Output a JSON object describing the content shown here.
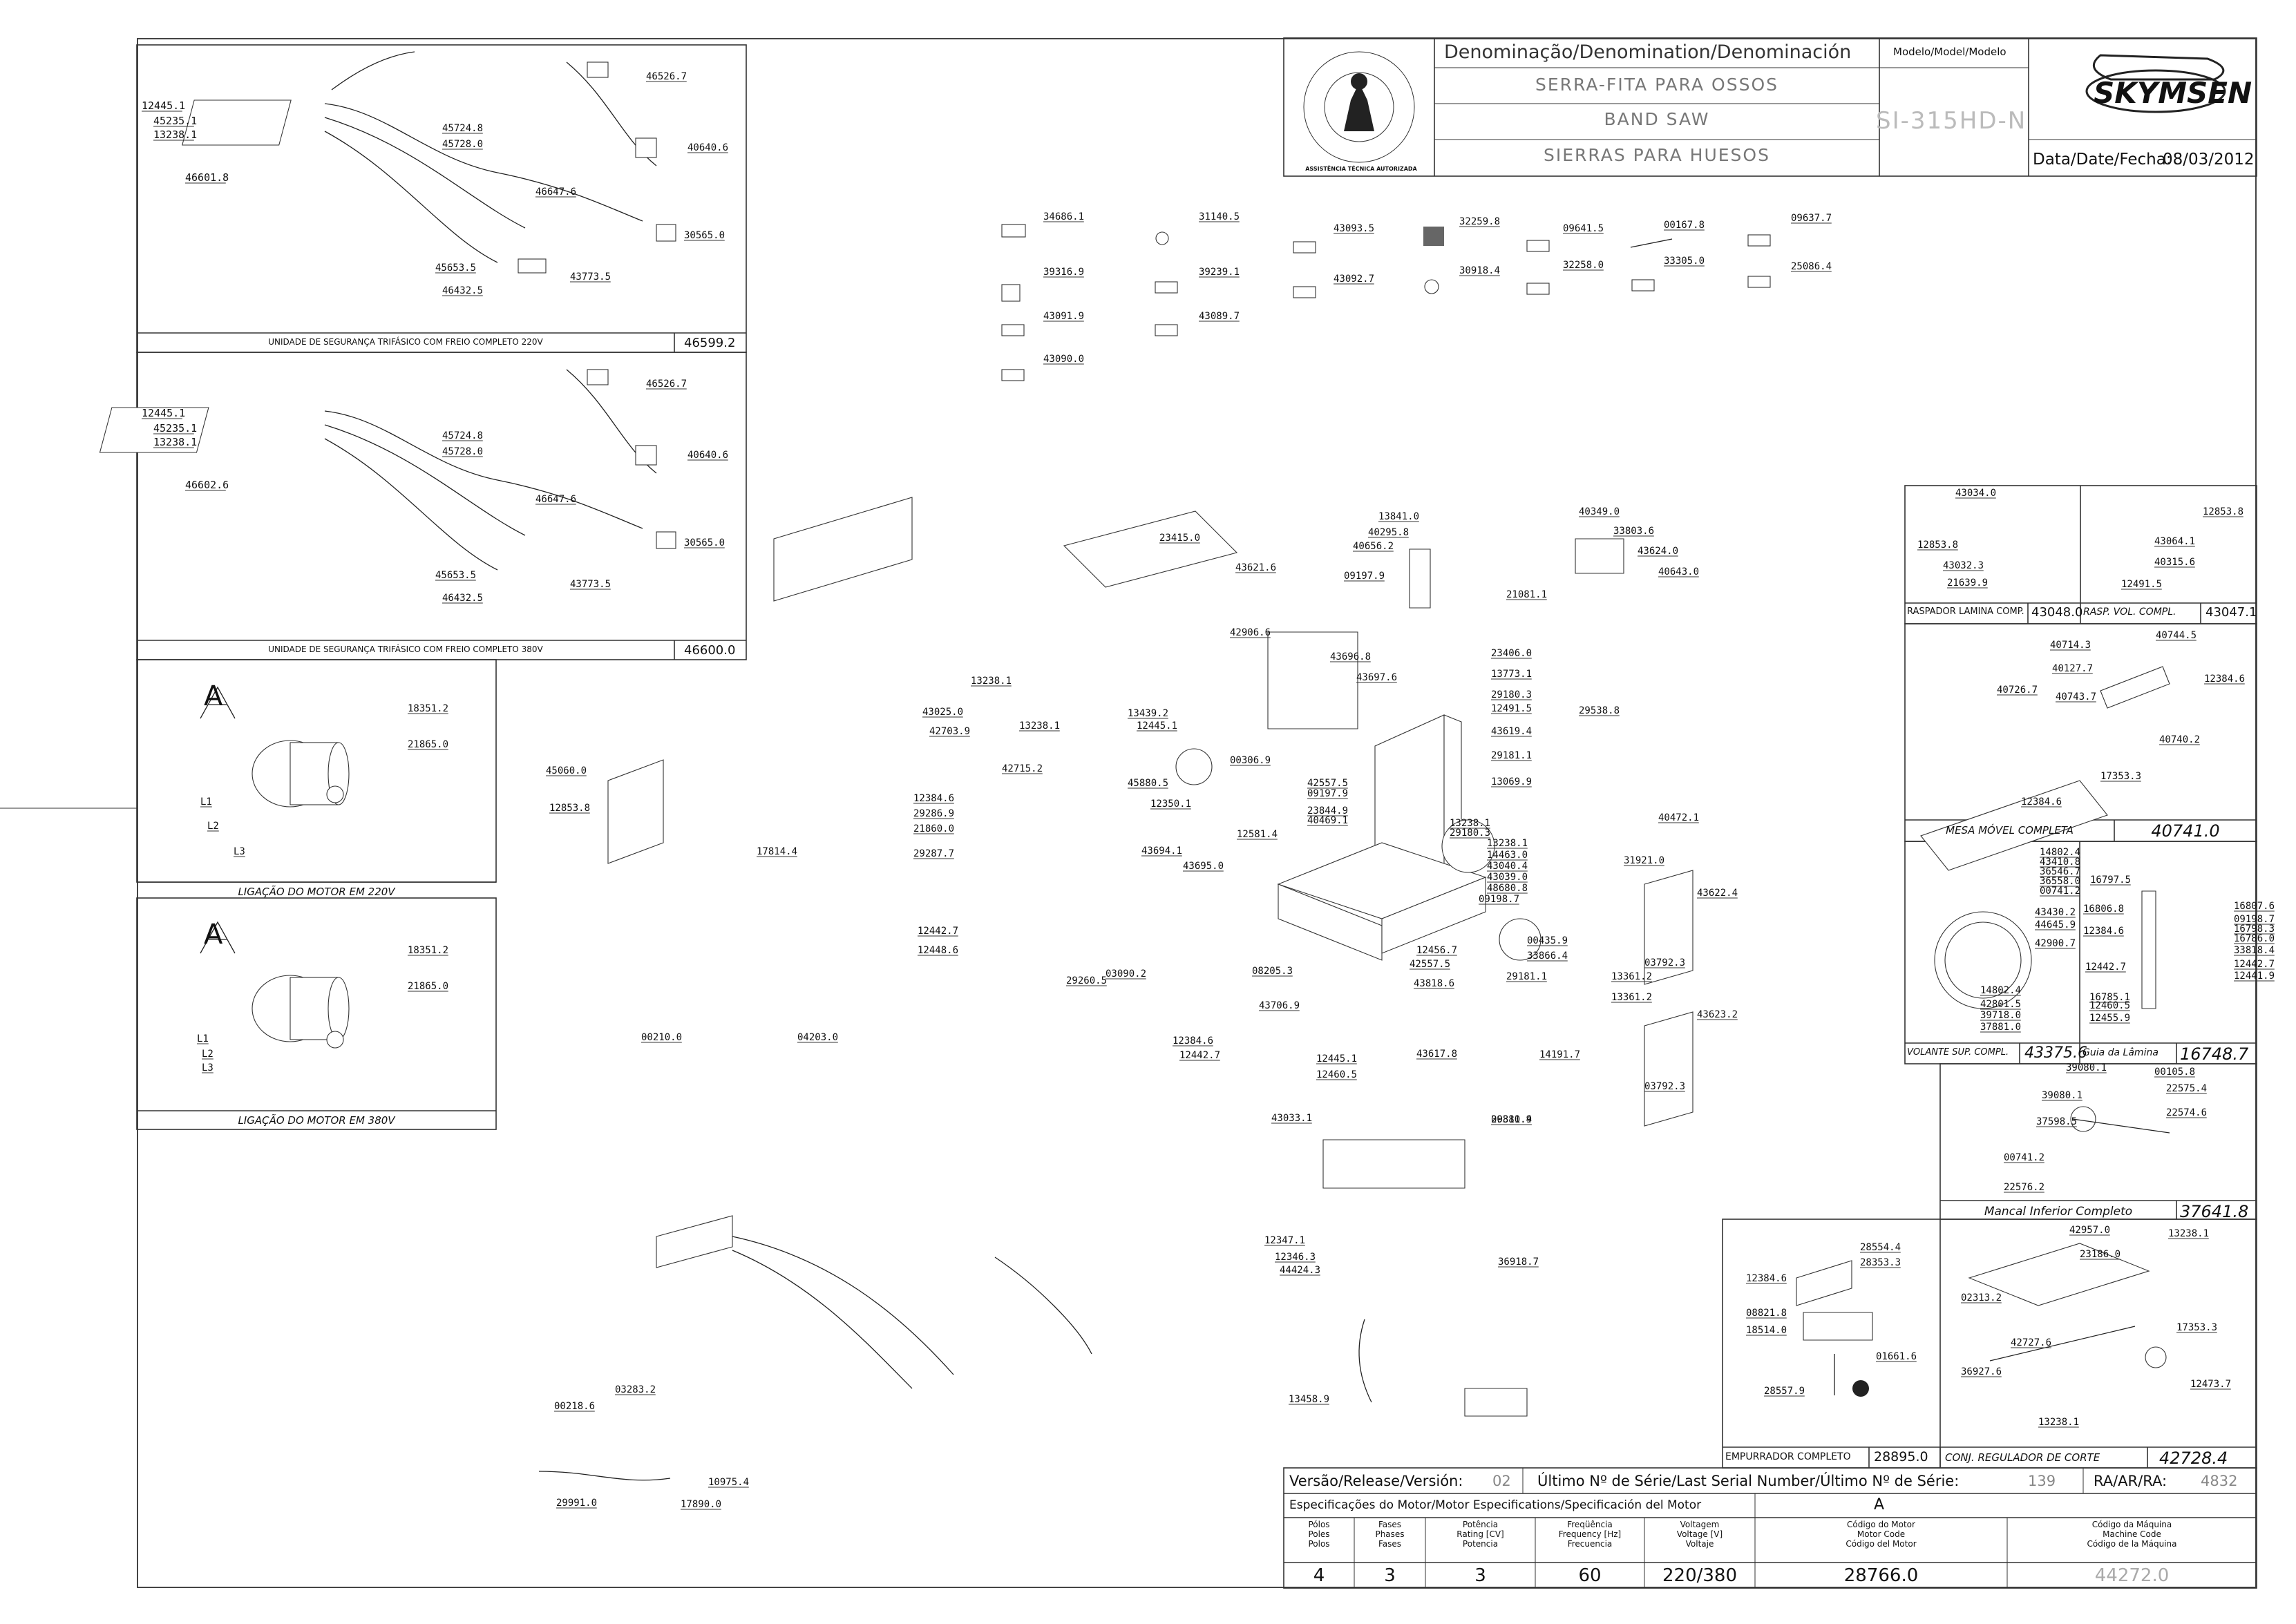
{
  "title_block": {
    "denomination_header": "Denominação/Denomination/Denominación",
    "model_header": "Modelo/Model/Modelo",
    "name_pt": "SERRA-FITA PARA OSSOS",
    "name_en": "BAND SAW",
    "name_es": "SIERRAS PARA HUESOS",
    "model": "SI-315HD-N",
    "brand": "SKYMSEN",
    "date_label": "Data/Date/Fecha:",
    "date_value": "08/03/2012",
    "seal_text": "ASSISTÊNCIA TÉCNICA AUTORIZADA"
  },
  "bottom_table": {
    "version_label": "Versão/Release/Versión:",
    "version_value": "02",
    "serial_label": "Último Nº de Série/Last Serial Number/Último Nº de Série:",
    "serial_value": "139",
    "ra_label": "RA/AR/RA:",
    "ra_value": "4832",
    "motor_spec_label": "Especificações do Motor/Motor Especifications/Specificación del Motor",
    "motor_letter": "A",
    "col_poles": [
      "Pólos",
      "Poles",
      "Polos"
    ],
    "col_phases": [
      "Fases",
      "Phases",
      "Fases"
    ],
    "col_power": [
      "Potência",
      "Rating [CV]",
      "Potencia"
    ],
    "col_freq": [
      "Freqüência",
      "Frequency [Hz]",
      "Frecuencia"
    ],
    "col_volt": [
      "Voltagem",
      "Voltage [V]",
      "Voltaje"
    ],
    "col_motor_code": [
      "Código do Motor",
      "Motor Code",
      "Código del Motor"
    ],
    "col_machine_code": [
      "Código da Máquina",
      "Machine Code",
      "Código de la Máquina"
    ],
    "poles": "4",
    "phases": "3",
    "power": "3",
    "frequency": "60",
    "voltage": "220/380",
    "motor_code": "28766.0",
    "machine_code": "44272.0"
  },
  "panels": {
    "safety_220": {
      "caption": "UNIDADE DE SEGURANÇA TRIFÁSICO COM FREIO COMPLETO 220V",
      "code": "46599.2"
    },
    "safety_380": {
      "caption": "UNIDADE DE SEGURANÇA TRIFÁSICO COM FREIO COMPLETO 380V",
      "code": "46600.0"
    },
    "motor_220": {
      "caption": "LIGAÇÃO DO MOTOR EM 220V",
      "letter": "A"
    },
    "motor_380": {
      "caption": "LIGAÇÃO DO MOTOR EM 380V",
      "letter": "A"
    },
    "scraper": {
      "caption": "RASPADOR LAMINA COMP.",
      "code": "43048.0"
    },
    "scraper_vol": {
      "caption": "RASP. VOL. COMPL.",
      "code": "43047.1"
    },
    "table": {
      "caption": "MESA MÓVEL COMPLETA",
      "code": "40741.0"
    },
    "handwheel": {
      "caption": "VOLANTE SUP. COMPL.",
      "code": "43375.6"
    },
    "blade_guide": {
      "caption": "Guia da Lâmina",
      "code": "16748.7"
    },
    "lower_bearing": {
      "caption": "Mancal Inferior Completo",
      "code": "37641.8"
    },
    "pusher": {
      "caption": "EMPURRADOR COMPLETO",
      "code": "28895.0"
    },
    "regulator": {
      "caption": "CONJ. REGULADOR DE CORTE",
      "code": "42728.4"
    }
  },
  "labels": {
    "safety_220": [
      "12445.1",
      "45235.1",
      "13238.1",
      "46601.8",
      "46526.7",
      "45724.8",
      "45728.0",
      "40640.6",
      "46647.6",
      "30565.0",
      "45653.5",
      "46432.5",
      "43773.5"
    ],
    "safety_380": [
      "12445.1",
      "45235.1",
      "13238.1",
      "46602.6",
      "46526.7",
      "45724.8",
      "45728.0",
      "40640.6",
      "46647.6",
      "30565.0",
      "45653.5",
      "46432.5",
      "43773.5"
    ],
    "motor_220": [
      "18351.2",
      "21865.0",
      "L1",
      "L2",
      "L3"
    ],
    "motor_380": [
      "18351.2",
      "21865.0",
      "L1",
      "L2",
      "L3"
    ],
    "small_parts": [
      "34686.1",
      "31140.5",
      "43093.5",
      "32259.8",
      "09641.5",
      "00167.8",
      "09637.7",
      "39316.9",
      "39239.1",
      "43092.7",
      "30918.4",
      "32258.0",
      "33305.0",
      "25086.4",
      "43091.9",
      "43089.7",
      "43090.0"
    ],
    "main": [
      "23415.0",
      "43621.6",
      "13841.0",
      "40295.8",
      "40656.2",
      "09197.9",
      "40349.0",
      "33803.6",
      "43624.0",
      "40643.0",
      "21081.1",
      "42906.6",
      "43696.8",
      "43697.6",
      "23406.0",
      "13773.1",
      "29180.3",
      "12491.5",
      "43619.4",
      "29538.8",
      "29181.1",
      "13069.9",
      "13439.2",
      "12445.1",
      "00306.9",
      "45880.5",
      "12350.1",
      "42557.5",
      "09197.9",
      "23844.9",
      "40469.1",
      "12581.4",
      "43694.1",
      "43695.0",
      "13238.1",
      "29180.3",
      "13238.1",
      "14463.0",
      "43040.4",
      "43039.0",
      "48680.8",
      "09198.7",
      "31921.0",
      "40472.1",
      "43622.4",
      "00435.9",
      "33866.4",
      "29181.1",
      "12456.7",
      "42557.5",
      "43818.6",
      "08205.3",
      "43706.9",
      "13361.2",
      "03792.3",
      "13361.2",
      "43623.2",
      "03792.3",
      "14191.7",
      "13238.1",
      "43025.0",
      "13238.1",
      "42703.9",
      "42715.2",
      "12384.6",
      "29286.9",
      "21860.0",
      "29287.7",
      "12442.7",
      "12448.6",
      "29260.5",
      "03090.2",
      "12384.6",
      "12442.7",
      "45060.0",
      "12853.8",
      "17814.4",
      "00210.0",
      "04203.0",
      "12445.1",
      "12460.5",
      "43033.1",
      "43617.8",
      "00810.9",
      "29381.4",
      "12347.1",
      "12346.3",
      "44424.3",
      "36918.7",
      "13458.9"
    ],
    "harness": [
      "03283.2",
      "00218.6",
      "29991.0",
      "10975.4",
      "17890.0"
    ],
    "scraper": [
      "43034.0",
      "12853.8",
      "43032.3",
      "21639.9",
      "12853.8",
      "43064.1",
      "40315.6",
      "12491.5"
    ],
    "table": [
      "40714.3",
      "40744.5",
      "40127.7",
      "12384.6",
      "40726.7",
      "40743.7",
      "40740.2",
      "17353.3",
      "12384.6"
    ],
    "handwheel": [
      "14802.4",
      "43410.8",
      "36546.7",
      "36558.0",
      "00741.2",
      "43430.2",
      "44645.9",
      "42900.7",
      "14802.4",
      "42801.5",
      "39718.0",
      "37881.0"
    ],
    "blade_guide": [
      "16797.5",
      "16807.6",
      "09198.7",
      "16798.3",
      "16786.0",
      "33818.4",
      "12442.7",
      "12441.9",
      "12384.6",
      "12442.7",
      "16806.8",
      "16785.1",
      "12460.5",
      "12455.9"
    ],
    "lower_bearing": [
      "39080.1",
      "00105.8",
      "39080.1",
      "22575.4",
      "37598.5",
      "22574.6",
      "00741.2",
      "22576.2"
    ],
    "pusher": [
      "12384.6",
      "28554.4",
      "28353.3",
      "08821.8",
      "18514.0",
      "01661.6",
      "28557.9"
    ],
    "regulator": [
      "42957.0",
      "13238.1",
      "23186.0",
      "02313.2",
      "17353.3",
      "42727.6",
      "36927.6",
      "12473.7",
      "13238.1"
    ]
  }
}
